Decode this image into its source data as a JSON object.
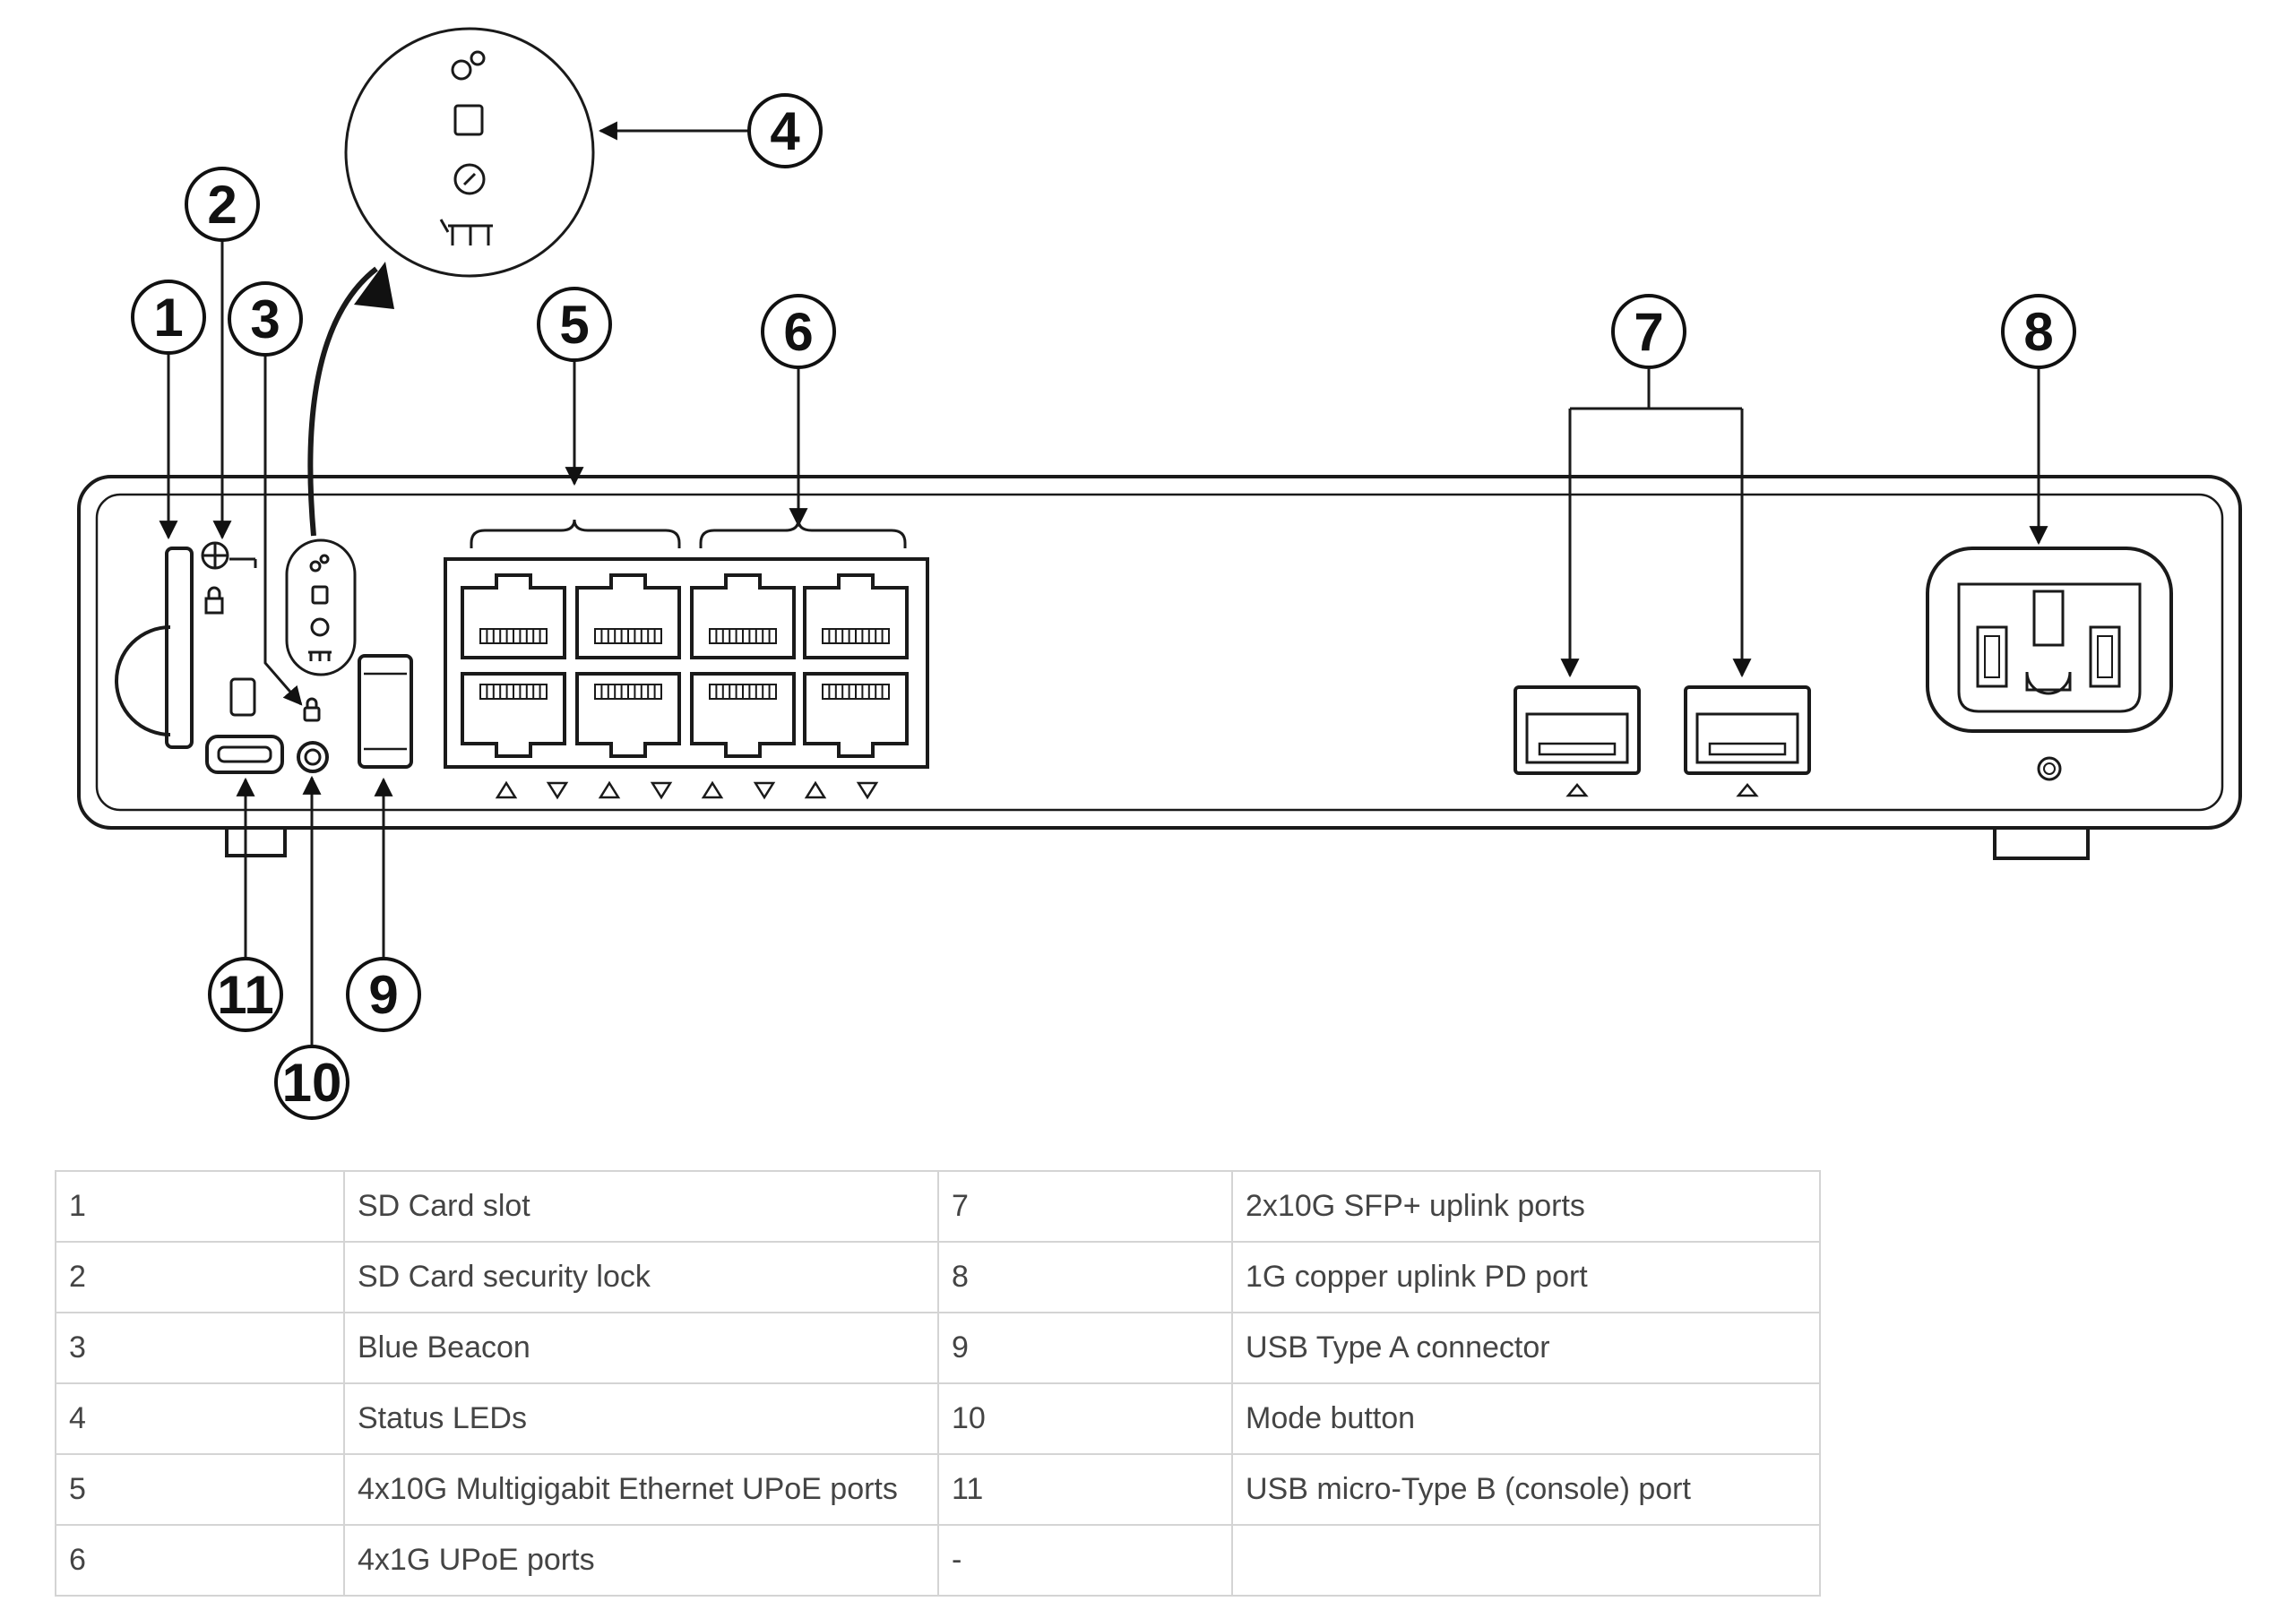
{
  "diagram": {
    "callouts": [
      "1",
      "2",
      "3",
      "4",
      "5",
      "6",
      "7",
      "8",
      "9",
      "10",
      "11"
    ]
  },
  "legend": {
    "rows": [
      {
        "num_left": "1",
        "desc_left": "SD Card slot",
        "num_right": "7",
        "desc_right": "2x10G SFP+ uplink ports"
      },
      {
        "num_left": "2",
        "desc_left": "SD Card security lock",
        "num_right": "8",
        "desc_right": "1G copper uplink PD port"
      },
      {
        "num_left": "3",
        "desc_left": "Blue Beacon",
        "num_right": "9",
        "desc_right": "USB Type A connector"
      },
      {
        "num_left": "4",
        "desc_left": "Status LEDs",
        "num_right": "10",
        "desc_right": "Mode button"
      },
      {
        "num_left": "5",
        "desc_left": "4x10G Multigigabit Ethernet UPoE ports",
        "num_right": "11",
        "desc_right": "USB micro-Type B (console) port"
      },
      {
        "num_left": "6",
        "desc_left": "4x1G UPoE ports",
        "num_right": "-",
        "desc_right": ""
      }
    ]
  },
  "colors": {
    "line": "#1a1a1a",
    "table_border": "#d4d4d4",
    "text": "#444444"
  }
}
